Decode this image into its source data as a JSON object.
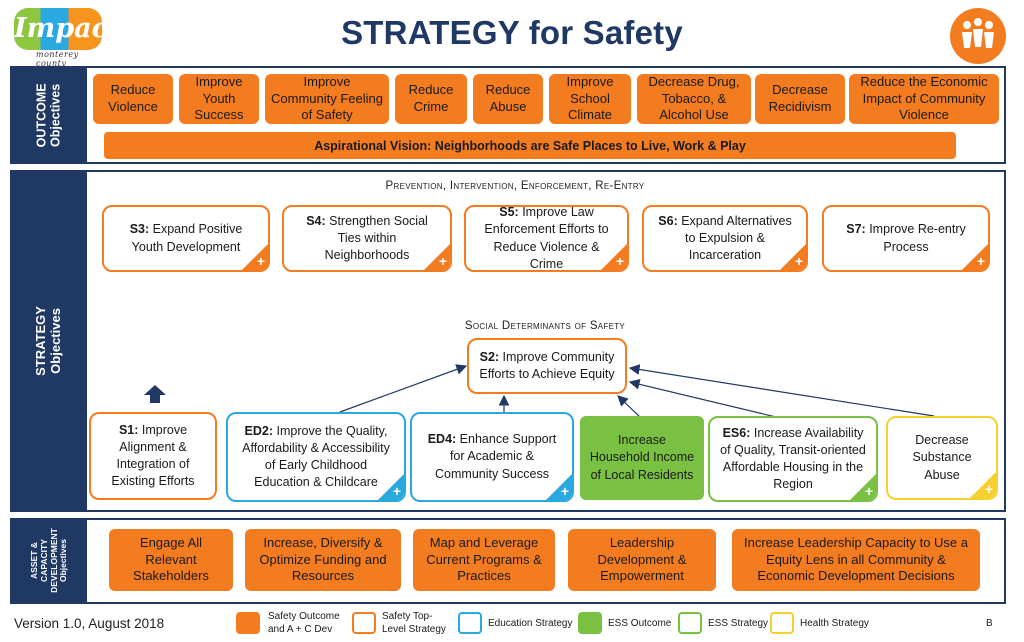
{
  "header": {
    "logo_word": "Impact",
    "logo_sub": "monterey county",
    "title": "STRATEGY for Safety"
  },
  "bands": {
    "outcome": {
      "line1": "OUTCOME",
      "line2": "Objectives"
    },
    "strategy": {
      "line1": "STRATEGY",
      "line2": "Objectives"
    },
    "asset": {
      "line1": "ASSET &",
      "line2": "CAPACITY",
      "line3": "DEVELOPMENT",
      "line4": "Objectives"
    }
  },
  "outcomes": [
    "Reduce Violence",
    "Improve Youth Success",
    "Improve Community Feeling of Safety",
    "Reduce Crime",
    "Reduce Abuse",
    "Improve School Climate",
    "Decrease Drug, Tobacco, & Alcohol Use",
    "Decrease Recidivism",
    "Reduce the Economic Impact of Community Violence"
  ],
  "vision": "Aspirational Vision: Neighborhoods are Safe Places to Live, Work & Play",
  "prevention_heading": "Prevention, Intervention, Enforcement, Re-Entry",
  "top_strategies": [
    {
      "code": "S3:",
      "text": "Expand Positive Youth Development"
    },
    {
      "code": "S4:",
      "text": "Strengthen Social Ties within Neighborhoods"
    },
    {
      "code": "S5:",
      "text": "Improve Law Enforcement Efforts to Reduce Violence & Crime"
    },
    {
      "code": "S6:",
      "text": "Expand Alternatives to Expulsion & Incarceration"
    },
    {
      "code": "S7:",
      "text": "Improve Re-entry Process"
    }
  ],
  "determinants_heading": "Social Determinants of Safety",
  "s2": {
    "code": "S2:",
    "text": "Improve Community Efforts to Achieve Equity"
  },
  "bottom_strategies": [
    {
      "code": "S1:",
      "text": "Improve Alignment & Integration of Existing Efforts"
    },
    {
      "code": "ED2:",
      "text": "Improve the Quality, Affordability & Accessibility of Early Childhood  Education & Childcare"
    },
    {
      "code": "ED4:",
      "text": "Enhance Support for Academic & Community Success"
    },
    {
      "code": "",
      "text": "Increase Household Income of Local Residents"
    },
    {
      "code": "ES6:",
      "text": "Increase Availability of Quality, Transit-oriented Affordable Housing in the Region"
    },
    {
      "code": "",
      "text": "Decrease Substance Abuse"
    }
  ],
  "assets": [
    "Engage All Relevant Stakeholders",
    "Increase, Diversify & Optimize Funding and Resources",
    "Map and Leverage Current Programs & Practices",
    "Leadership Development & Empowerment",
    "Increase Leadership Capacity to Use a Equity Lens in all Community & Economic Development Decisions"
  ],
  "footer": {
    "version": "Version 1.0, August 2018",
    "page_letter": "B",
    "legend": [
      "Safety Outcome and A + C Dev",
      "Safety Top-Level Strategy",
      "Education Strategy",
      "ESS Outcome",
      "ESS Strategy",
      "Health Strategy"
    ]
  },
  "colors": {
    "navy": "#1f3864",
    "orange": "#f47c20",
    "blue": "#29a9e0",
    "green": "#7ac143",
    "yellow": "#f6d02f"
  },
  "icons": {
    "plus": "+",
    "up_arrow": "up-arrow-icon",
    "corner": "people-icon"
  }
}
